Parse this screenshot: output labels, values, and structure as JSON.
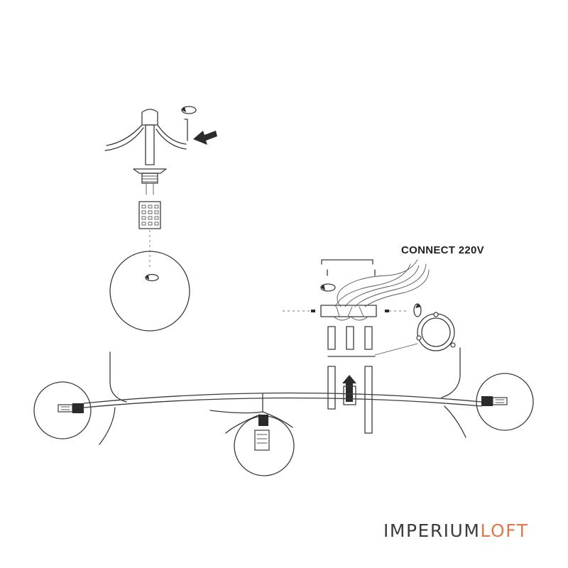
{
  "diagram": {
    "connect_label": "CONNECT 220V"
  },
  "watermark": {
    "part1": "IMPERIUM",
    "part2": "LOFT",
    "color_primary": "#3c3c3c",
    "color_accent": "#e07a4b"
  },
  "icons": [
    "rotate-arrow-icon",
    "push-arrow-icon",
    "hex-key-icon"
  ]
}
